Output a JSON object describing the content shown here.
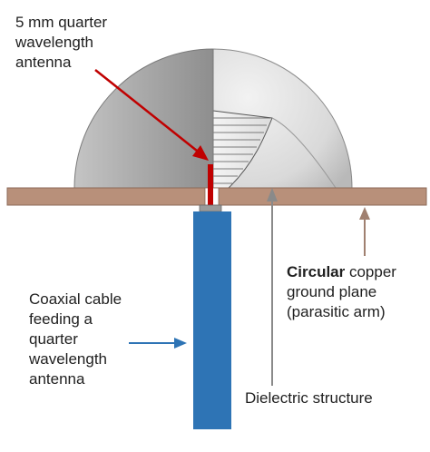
{
  "labels": {
    "antenna": [
      "5 mm quarter",
      "wavelength",
      "antenna"
    ],
    "ground_plane": {
      "bold": "Circular",
      "rest": " copper",
      "line2": "ground plane",
      "line3": "(parasitic arm)"
    },
    "coax": [
      "Coaxial cable",
      "feeding a",
      "quarter",
      "wavelength",
      "antenna"
    ],
    "dielectric": "Dielectric structure"
  },
  "colors": {
    "dome_light": "#e6e6e6",
    "dome_dark": "#9a9a9a",
    "ground_plane": "#b8907a",
    "ground_plane_edge": "#8c6a58",
    "coax": "#2e74b5",
    "antenna": "#c00000",
    "arrow_antenna": "#c00000",
    "arrow_ground": "#a08070",
    "arrow_dielectric": "#8a8a8a",
    "arrow_coax": "#2e74b5"
  }
}
